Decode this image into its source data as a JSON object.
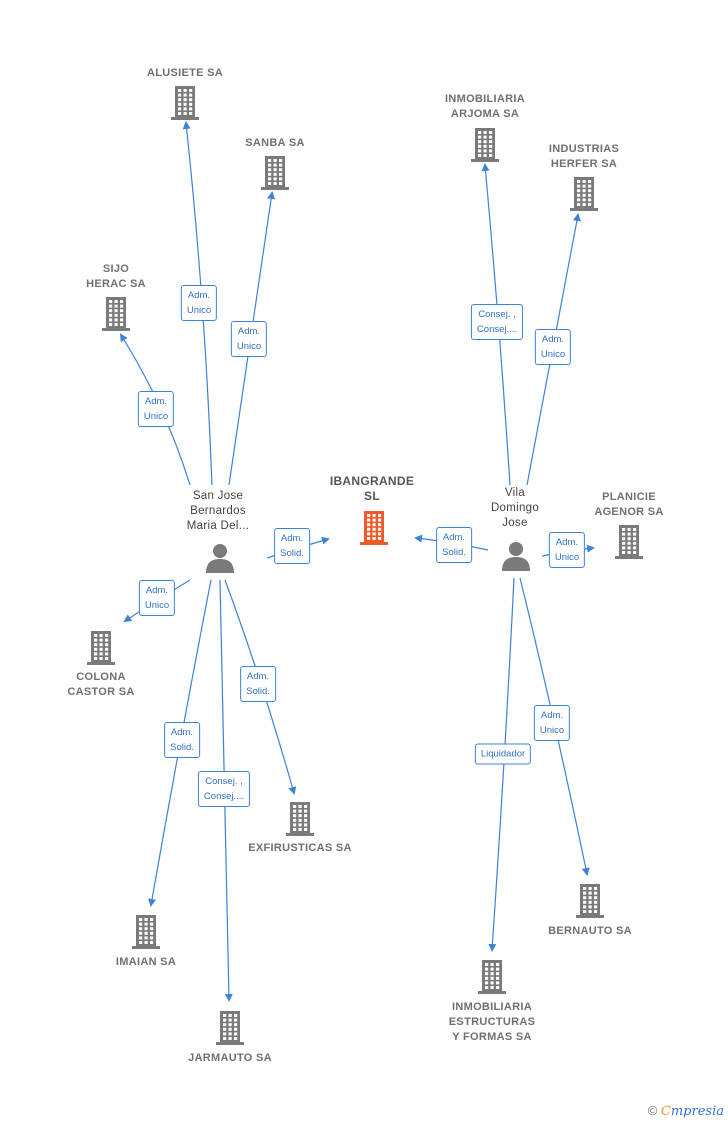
{
  "nodes": [
    {
      "id": "alusiete",
      "type": "company",
      "lines": [
        "ALUSIETE SA"
      ]
    },
    {
      "id": "sanba",
      "type": "company",
      "lines": [
        "SANBA SA"
      ]
    },
    {
      "id": "sijo",
      "type": "company",
      "lines": [
        "SIJO",
        "HERAC SA"
      ]
    },
    {
      "id": "ibangrande",
      "type": "company",
      "main": true,
      "lines": [
        "IBANGRANDE",
        "SL"
      ]
    },
    {
      "id": "inm_arjoma",
      "type": "company",
      "lines": [
        "INMOBILIARIA",
        "ARJOMA SA"
      ]
    },
    {
      "id": "herfer",
      "type": "company",
      "lines": [
        "INDUSTRIAS",
        "HERFER SA"
      ]
    },
    {
      "id": "planicie",
      "type": "company",
      "lines": [
        "PLANICIE",
        "AGENOR SA"
      ]
    },
    {
      "id": "colona",
      "type": "company",
      "lines": [
        "COLONA",
        "CASTOR SA"
      ]
    },
    {
      "id": "exfirusticas",
      "type": "company",
      "lines": [
        "EXFIRUSTICAS SA"
      ]
    },
    {
      "id": "imaian",
      "type": "company",
      "lines": [
        "IMAIAN SA"
      ]
    },
    {
      "id": "jarmauto",
      "type": "company",
      "lines": [
        "JARMAUTO SA"
      ]
    },
    {
      "id": "bernauto",
      "type": "company",
      "lines": [
        "BERNAUTO SA"
      ]
    },
    {
      "id": "inm_estructuras",
      "type": "company",
      "lines": [
        "INMOBILIARIA",
        "ESTRUCTURAS",
        "Y FORMAS SA"
      ]
    },
    {
      "id": "sanjose",
      "type": "person",
      "lines": [
        "San Jose",
        "Bernardos",
        "Maria Del..."
      ]
    },
    {
      "id": "vila",
      "type": "person",
      "lines": [
        "Vila",
        "Domingo",
        "Jose"
      ]
    }
  ],
  "edges": [
    {
      "from": "sanjose",
      "to": "alusiete",
      "label": [
        "Adm.",
        "Unico"
      ]
    },
    {
      "from": "sanjose",
      "to": "sanba",
      "label": [
        "Adm.",
        "Unico"
      ]
    },
    {
      "from": "sanjose",
      "to": "sijo",
      "label": [
        "Adm.",
        "Unico"
      ]
    },
    {
      "from": "sanjose",
      "to": "ibangrande",
      "label": [
        "Adm.",
        "Solid."
      ]
    },
    {
      "from": "sanjose",
      "to": "colona",
      "label": [
        "Adm.",
        "Unico"
      ]
    },
    {
      "from": "sanjose",
      "to": "exfirusticas",
      "label": [
        "Adm.",
        "Solid."
      ]
    },
    {
      "from": "sanjose",
      "to": "imaian",
      "label": [
        "Adm.",
        "Solid."
      ]
    },
    {
      "from": "sanjose",
      "to": "jarmauto",
      "label": [
        "Consej. ,",
        "Consej...."
      ]
    },
    {
      "from": "vila",
      "to": "inm_arjoma",
      "label": [
        "Consej. ,",
        "Consej...."
      ]
    },
    {
      "from": "vila",
      "to": "herfer",
      "label": [
        "Adm.",
        "Unico"
      ]
    },
    {
      "from": "vila",
      "to": "ibangrande",
      "label": [
        "Adm.",
        "Solid."
      ]
    },
    {
      "from": "vila",
      "to": "planicie",
      "label": [
        "Adm.",
        "Unico"
      ]
    },
    {
      "from": "vila",
      "to": "bernauto",
      "label": [
        "Adm.",
        "Unico"
      ]
    },
    {
      "from": "vila",
      "to": "inm_estructuras",
      "label": [
        "Liquidador"
      ]
    }
  ],
  "colors": {
    "edge": "#3d82d6",
    "company": "#7a7a7a",
    "main_company": "#f05a28",
    "person": "#7a7a7a"
  },
  "brand": {
    "symbol": "©",
    "initial": "C",
    "rest": "mpresia"
  }
}
